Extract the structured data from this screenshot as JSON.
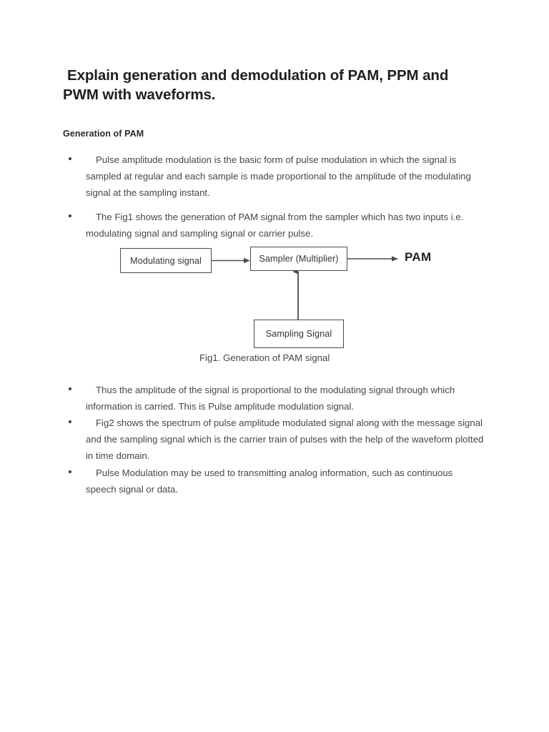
{
  "document": {
    "title_line1": "Explain generation and demodulation of PAM, PPM and",
    "title_line2": "PWM with waveforms.",
    "section_heading": "Generation of PAM"
  },
  "bullets": [
    {
      "text": "Pulse amplitude modulation is the basic form of pulse modulation in which the signal is sampled at regular and each sample is made proportional to the amplitude of the modulating signal at the sampling instant."
    },
    {
      "text": "The Fig1 shows the generation of PAM signal from the sampler which has two inputs i.e. modulating signal and sampling signal or carrier pulse."
    },
    {
      "text": "Thus the amplitude of the signal is proportional to the modulating signal through which information is carried. This is Pulse amplitude modulation signal."
    },
    {
      "text": "Fig2 shows the spectrum of pulse amplitude modulated signal along with the message signal and the sampling signal which is the carrier train of pulses with the help of the waveform plotted in time domain."
    },
    {
      "text": "Pulse Modulation may be used to transmitting analog information, such as continuous speech signal or data."
    }
  ],
  "figure": {
    "caption": "Fig1. Generation of PAM signal",
    "blocks": {
      "modulating": "Modulating signal",
      "sampler": "Sampler (Multiplier)",
      "sampling": "Sampling Signal"
    },
    "output_label": "PAM"
  },
  "colors": {
    "page_background": "#ffffff",
    "body_text": "#474747",
    "heading_text": "#1f1f1f",
    "diagram_stroke": "#4a4a4a"
  }
}
